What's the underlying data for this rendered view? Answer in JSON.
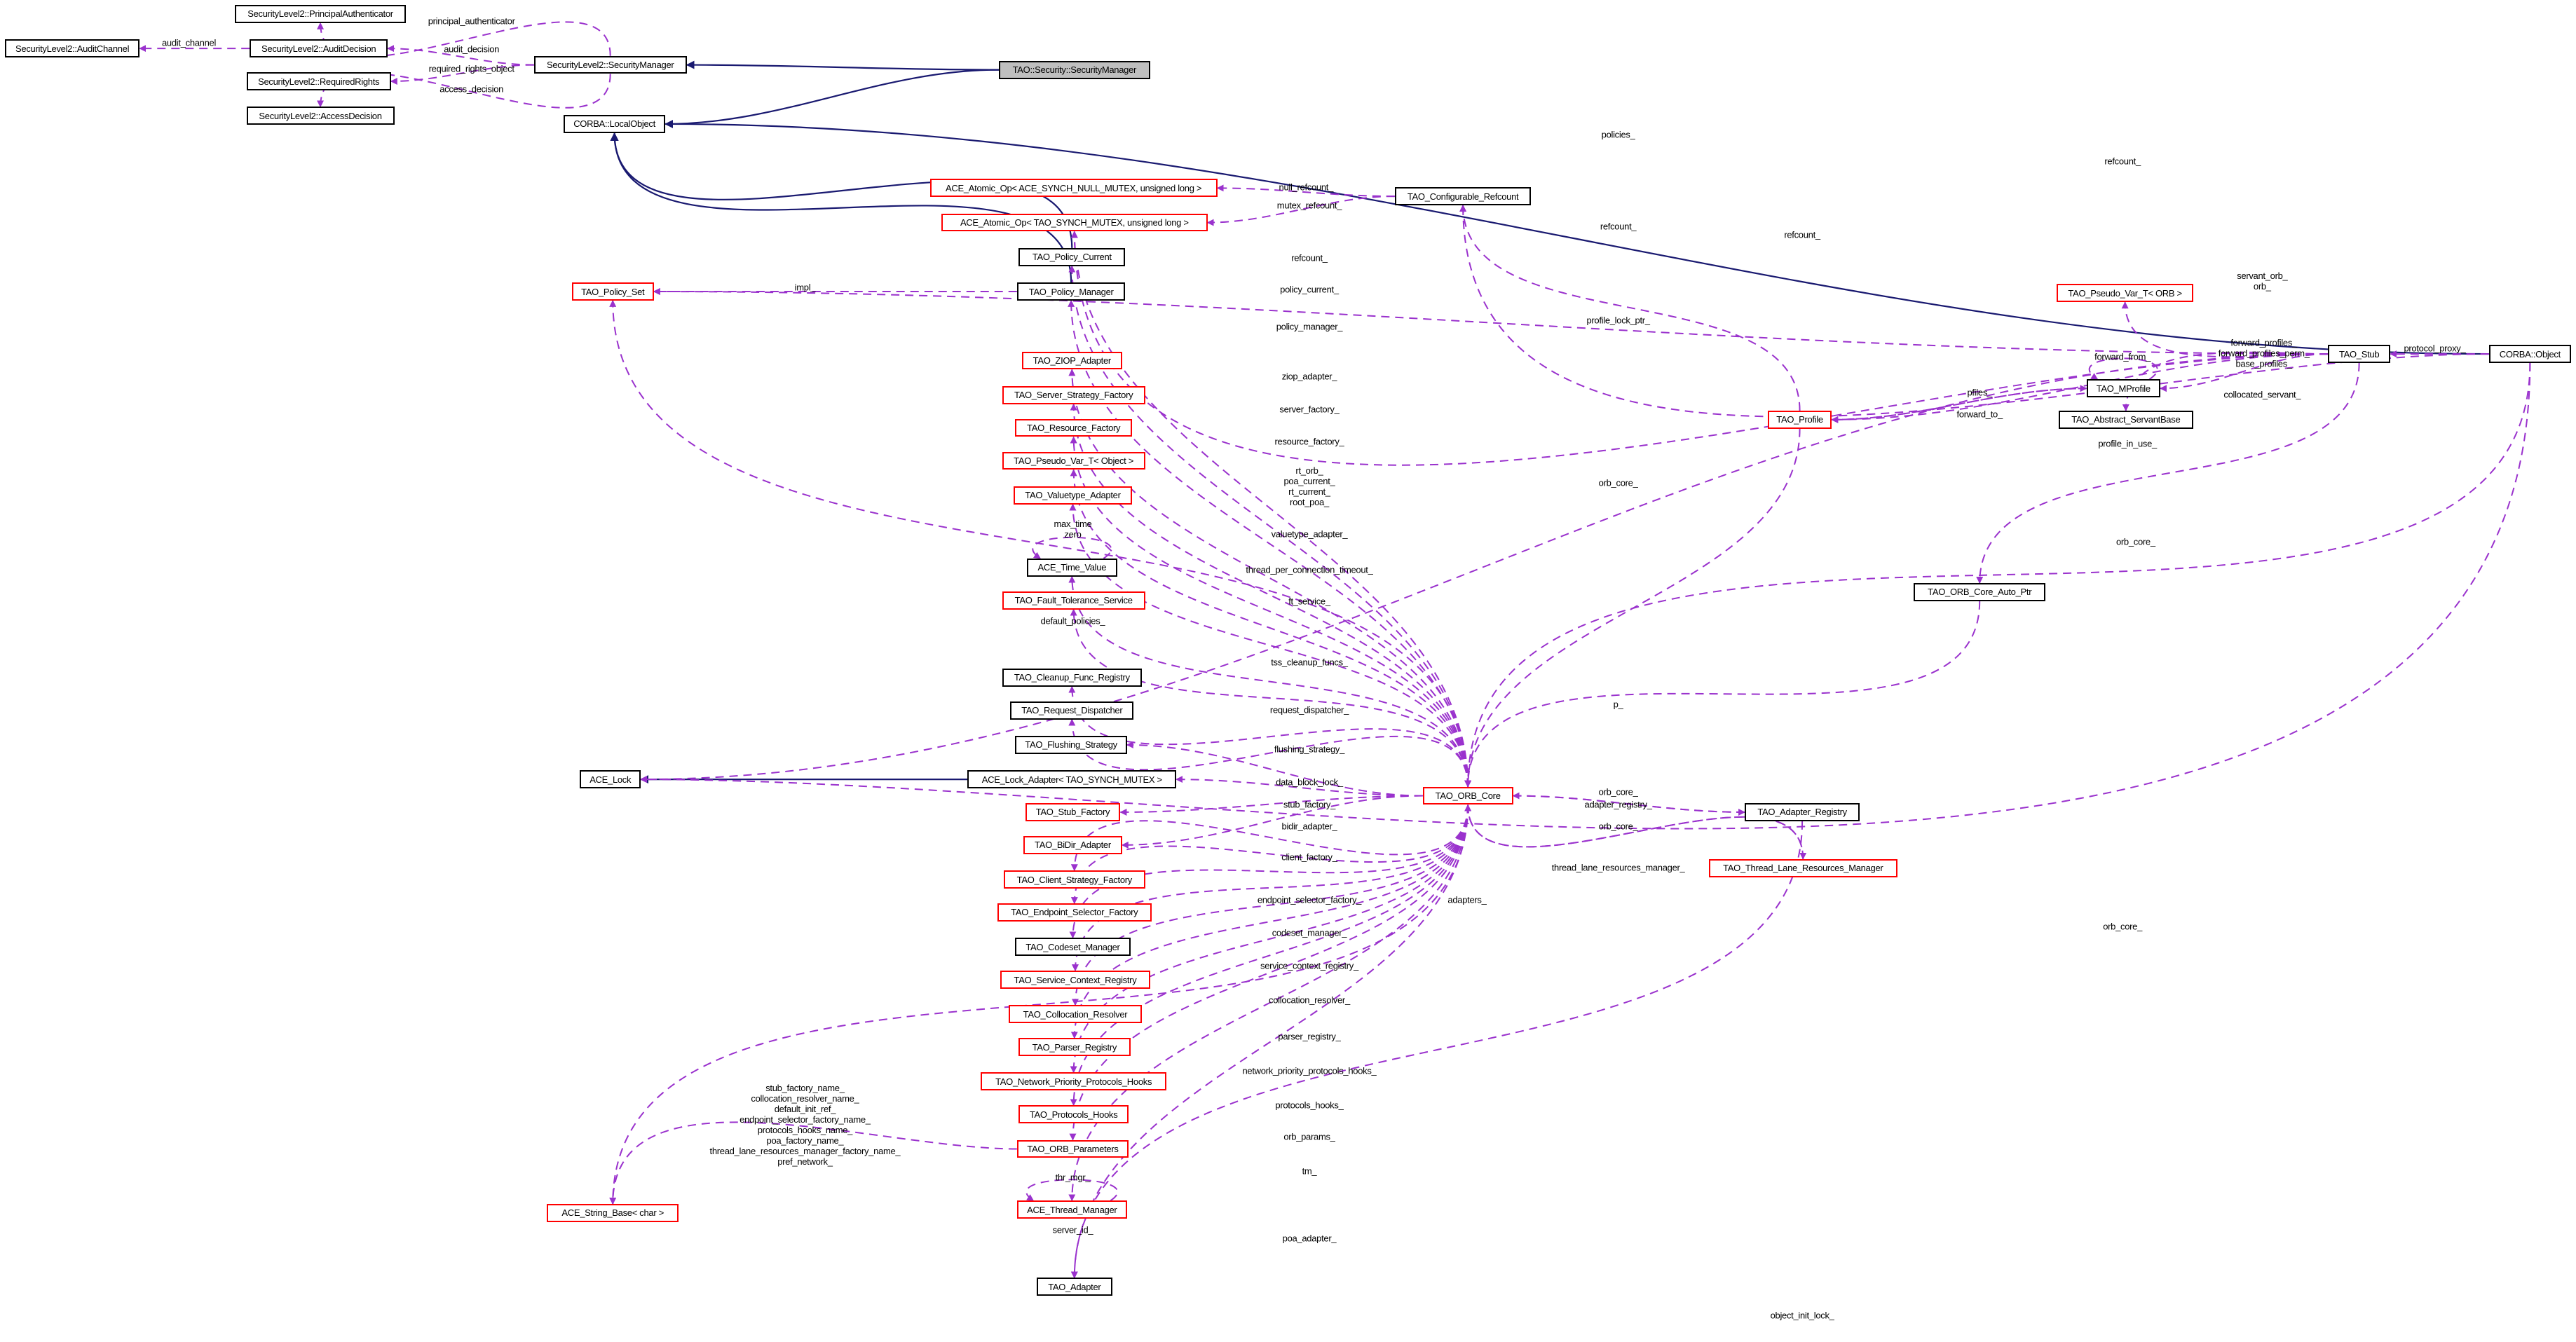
{
  "colors": {
    "usage_edge": "#9a32cd",
    "inheritance_edge": "#191970",
    "node_border_documented": "#000000",
    "node_border_undocumented": "#ff0000",
    "focus_fill": "#bfbfbf"
  },
  "nodes": [
    {
      "id": "pa",
      "label": "SecurityLevel2::PrincipalAuthenticator",
      "style": "black"
    },
    {
      "id": "ac",
      "label": "SecurityLevel2::AuditChannel",
      "style": "black"
    },
    {
      "id": "ad",
      "label": "SecurityLevel2::AuditDecision",
      "style": "black"
    },
    {
      "id": "rr",
      "label": "SecurityLevel2::RequiredRights",
      "style": "black"
    },
    {
      "id": "acd",
      "label": "SecurityLevel2::AccessDecision",
      "style": "black"
    },
    {
      "id": "sl2",
      "label": "SecurityLevel2::SecurityManager",
      "style": "black"
    },
    {
      "id": "tsm",
      "label": "TAO::Security::SecurityManager",
      "style": "highlight"
    },
    {
      "id": "lo",
      "label": "CORBA::LocalObject",
      "style": "black"
    },
    {
      "id": "aon",
      "label": "ACE_Atomic_Op< ACE_SYNCH_NULL_MUTEX, unsigned long >",
      "style": "red"
    },
    {
      "id": "aom",
      "label": "ACE_Atomic_Op< TAO_SYNCH_MUTEX, unsigned long >",
      "style": "red"
    },
    {
      "id": "cr",
      "label": "TAO_Configurable_Refcount",
      "style": "black"
    },
    {
      "id": "pc",
      "label": "TAO_Policy_Current",
      "style": "black"
    },
    {
      "id": "pm",
      "label": "TAO_Policy_Manager",
      "style": "black"
    },
    {
      "id": "ps",
      "label": "TAO_Policy_Set",
      "style": "red"
    },
    {
      "id": "ziop",
      "label": "TAO_ZIOP_Adapter",
      "style": "red"
    },
    {
      "id": "ssf",
      "label": "TAO_Server_Strategy_Factory",
      "style": "red"
    },
    {
      "id": "rf",
      "label": "TAO_Resource_Factory",
      "style": "red"
    },
    {
      "id": "pvo",
      "label": "TAO_Pseudo_Var_T< Object >",
      "style": "red"
    },
    {
      "id": "va",
      "label": "TAO_Valuetype_Adapter",
      "style": "red"
    },
    {
      "id": "tv",
      "label": "ACE_Time_Value",
      "style": "black"
    },
    {
      "id": "ft",
      "label": "TAO_Fault_Tolerance_Service",
      "style": "red"
    },
    {
      "id": "cfr",
      "label": "TAO_Cleanup_Func_Registry",
      "style": "black"
    },
    {
      "id": "rd",
      "label": "TAO_Request_Dispatcher",
      "style": "black"
    },
    {
      "id": "fs",
      "label": "TAO_Flushing_Strategy",
      "style": "black"
    },
    {
      "id": "la",
      "label": "ACE_Lock_Adapter< TAO_SYNCH_MUTEX >",
      "style": "black"
    },
    {
      "id": "lock",
      "label": "ACE_Lock",
      "style": "black"
    },
    {
      "id": "core",
      "label": "TAO_ORB_Core",
      "style": "red"
    },
    {
      "id": "sf",
      "label": "TAO_Stub_Factory",
      "style": "red"
    },
    {
      "id": "bd",
      "label": "TAO_BiDir_Adapter",
      "style": "red"
    },
    {
      "id": "csf",
      "label": "TAO_Client_Strategy_Factory",
      "style": "red"
    },
    {
      "id": "esf",
      "label": "TAO_Endpoint_Selector_Factory",
      "style": "red"
    },
    {
      "id": "cm",
      "label": "TAO_Codeset_Manager",
      "style": "black"
    },
    {
      "id": "scr",
      "label": "TAO_Service_Context_Registry",
      "style": "red"
    },
    {
      "id": "col",
      "label": "TAO_Collocation_Resolver",
      "style": "red"
    },
    {
      "id": "pr",
      "label": "TAO_Parser_Registry",
      "style": "red"
    },
    {
      "id": "npph",
      "label": "TAO_Network_Priority_Protocols_Hooks",
      "style": "red"
    },
    {
      "id": "ph",
      "label": "TAO_Protocols_Hooks",
      "style": "red"
    },
    {
      "id": "op",
      "label": "TAO_ORB_Parameters",
      "style": "red"
    },
    {
      "id": "tm",
      "label": "ACE_Thread_Manager",
      "style": "red"
    },
    {
      "id": "sb",
      "label": "ACE_String_Base< char >",
      "style": "red"
    },
    {
      "id": "ada",
      "label": "TAO_Adapter",
      "style": "black"
    },
    {
      "id": "prof",
      "label": "TAO_Profile",
      "style": "red"
    },
    {
      "id": "mp",
      "label": "TAO_MProfile",
      "style": "black"
    },
    {
      "id": "asb",
      "label": "TAO_Abstract_ServantBase",
      "style": "black"
    },
    {
      "id": "pvorb",
      "label": "TAO_Pseudo_Var_T< ORB >",
      "style": "red"
    },
    {
      "id": "stub",
      "label": "TAO_Stub",
      "style": "black"
    },
    {
      "id": "obj",
      "label": "CORBA::Object",
      "style": "black"
    },
    {
      "id": "cap",
      "label": "TAO_ORB_Core_Auto_Ptr",
      "style": "black"
    },
    {
      "id": "ar",
      "label": "TAO_Adapter_Registry",
      "style": "black"
    },
    {
      "id": "tlrm",
      "label": "TAO_Thread_Lane_Resources_Manager",
      "style": "red"
    }
  ],
  "edges": [
    {
      "from": "sl2",
      "to": "pa",
      "kind": "usage",
      "label": "principal_authenticator"
    },
    {
      "from": "ad",
      "to": "ac",
      "kind": "usage",
      "label": "audit_channel"
    },
    {
      "from": "sl2",
      "to": "ad",
      "kind": "usage",
      "label": "audit_decision"
    },
    {
      "from": "sl2",
      "to": "rr",
      "kind": "usage",
      "label": "required_rights_object"
    },
    {
      "from": "sl2",
      "to": "acd",
      "kind": "usage",
      "label": "access_decision"
    },
    {
      "from": "tsm",
      "to": "sl2",
      "kind": "inheritance",
      "label": ""
    },
    {
      "from": "tsm",
      "to": "lo",
      "kind": "inheritance",
      "label": ""
    },
    {
      "from": "obj",
      "to": "lo",
      "kind": "inheritance",
      "label": ""
    },
    {
      "from": "pc",
      "to": "lo",
      "kind": "inheritance",
      "label": ""
    },
    {
      "from": "pm",
      "to": "lo",
      "kind": "inheritance",
      "label": ""
    },
    {
      "from": "la",
      "to": "lock",
      "kind": "inheritance",
      "label": ""
    },
    {
      "from": "pm",
      "to": "ps",
      "kind": "usage",
      "label": "impl_"
    },
    {
      "from": "stub",
      "to": "ps",
      "kind": "usage",
      "label": "policies_"
    },
    {
      "from": "cr",
      "to": "aon",
      "kind": "usage",
      "label": "null_refcount_"
    },
    {
      "from": "cr",
      "to": "aom",
      "kind": "usage",
      "label": "mutex_refcount_"
    },
    {
      "from": "obj",
      "to": "cr",
      "kind": "usage",
      "label": "refcount_"
    },
    {
      "from": "stub",
      "to": "aom",
      "kind": "usage",
      "label": "refcount_"
    },
    {
      "from": "prof",
      "to": "cr",
      "kind": "usage",
      "label": "refcount_"
    },
    {
      "from": "core",
      "to": "aom",
      "kind": "usage",
      "label": "refcount_"
    },
    {
      "from": "core",
      "to": "pc",
      "kind": "usage",
      "label": "policy_current_"
    },
    {
      "from": "core",
      "to": "pm",
      "kind": "usage",
      "label": "policy_manager_"
    },
    {
      "from": "stub",
      "to": "lock",
      "kind": "usage",
      "label": "profile_lock_ptr_"
    },
    {
      "from": "core",
      "to": "ziop",
      "kind": "usage",
      "label": "ziop_adapter_"
    },
    {
      "from": "core",
      "to": "ssf",
      "kind": "usage",
      "label": "server_factory_"
    },
    {
      "from": "core",
      "to": "rf",
      "kind": "usage",
      "label": "resource_factory_"
    },
    {
      "from": "core",
      "to": "pvo",
      "kind": "usage",
      "label": "rt_orb_\npoa_current_\nrt_current_\nroot_poa_"
    },
    {
      "from": "core",
      "to": "va",
      "kind": "usage",
      "label": "valuetype_adapter_"
    },
    {
      "from": "tv",
      "to": "tv",
      "kind": "usage",
      "label": "max_time\nzero"
    },
    {
      "from": "core",
      "to": "tv",
      "kind": "usage",
      "label": "thread_per_connection_timeout_"
    },
    {
      "from": "core",
      "to": "ft",
      "kind": "usage",
      "label": "ft_service_"
    },
    {
      "from": "core",
      "to": "ps",
      "kind": "usage",
      "label": "default_policies_"
    },
    {
      "from": "core",
      "to": "cfr",
      "kind": "usage",
      "label": "tss_cleanup_funcs_"
    },
    {
      "from": "core",
      "to": "rd",
      "kind": "usage",
      "label": "request_dispatcher_"
    },
    {
      "from": "core",
      "to": "fs",
      "kind": "usage",
      "label": "flushing_strategy_"
    },
    {
      "from": "core",
      "to": "la",
      "kind": "usage",
      "label": "data_block_lock_"
    },
    {
      "from": "core",
      "to": "sf",
      "kind": "usage",
      "label": "stub_factory_"
    },
    {
      "from": "core",
      "to": "bd",
      "kind": "usage",
      "label": "bidir_adapter_"
    },
    {
      "from": "core",
      "to": "csf",
      "kind": "usage",
      "label": "client_factory_"
    },
    {
      "from": "core",
      "to": "esf",
      "kind": "usage",
      "label": "endpoint_selector_factory_"
    },
    {
      "from": "core",
      "to": "cm",
      "kind": "usage",
      "label": "codeset_manager_"
    },
    {
      "from": "core",
      "to": "scr",
      "kind": "usage",
      "label": "service_context_registry_"
    },
    {
      "from": "core",
      "to": "col",
      "kind": "usage",
      "label": "collocation_resolver_"
    },
    {
      "from": "core",
      "to": "pr",
      "kind": "usage",
      "label": "parser_registry_"
    },
    {
      "from": "core",
      "to": "npph",
      "kind": "usage",
      "label": "network_priority_protocols_hooks_"
    },
    {
      "from": "core",
      "to": "ph",
      "kind": "usage",
      "label": "protocols_hooks_"
    },
    {
      "from": "core",
      "to": "op",
      "kind": "usage",
      "label": "orb_params_"
    },
    {
      "from": "op",
      "to": "sb",
      "kind": "usage",
      "label": "stub_factory_name_\ncollocation_resolver_name_\ndefault_init_ref_\nendpoint_selector_factory_name_\nprotocols_hooks_name_\npoa_factory_name_\nthread_lane_resources_manager_factory_name_\npref_network_"
    },
    {
      "from": "tm",
      "to": "tm",
      "kind": "usage",
      "label": "thr_mgr_"
    },
    {
      "from": "core",
      "to": "tm",
      "kind": "usage",
      "label": "tm_"
    },
    {
      "from": "core",
      "to": "sb",
      "kind": "usage",
      "label": "server_id_"
    },
    {
      "from": "core",
      "to": "ada",
      "kind": "usage",
      "label": "poa_adapter_"
    },
    {
      "from": "ar",
      "to": "ada",
      "kind": "usage",
      "label": "adapters_"
    },
    {
      "from": "obj",
      "to": "lock",
      "kind": "usage",
      "label": "object_init_lock_"
    },
    {
      "from": "prof",
      "to": "core",
      "kind": "usage",
      "label": "orb_core_"
    },
    {
      "from": "stub",
      "to": "cap",
      "kind": "usage",
      "label": "orb_core_"
    },
    {
      "from": "cap",
      "to": "core",
      "kind": "usage",
      "label": "p_"
    },
    {
      "from": "ar",
      "to": "core",
      "kind": "usage",
      "label": "orb_core_"
    },
    {
      "from": "core",
      "to": "ar",
      "kind": "usage",
      "label": "adapter_registry_"
    },
    {
      "from": "tlrm",
      "to": "core",
      "kind": "usage",
      "label": "orb_core_"
    },
    {
      "from": "core",
      "to": "tlrm",
      "kind": "usage",
      "label": "thread_lane_resources_manager_"
    },
    {
      "from": "obj",
      "to": "core",
      "kind": "usage",
      "label": "orb_core_"
    },
    {
      "from": "stub",
      "to": "pvorb",
      "kind": "usage",
      "label": "servant_orb_\norb_"
    },
    {
      "from": "stub",
      "to": "mp",
      "kind": "usage",
      "label": "forward_profiles_\nforward_profiles_perm_\nbase_profiles_"
    },
    {
      "from": "mp",
      "to": "mp",
      "kind": "usage",
      "label": "forward_from_"
    },
    {
      "from": "mp",
      "to": "prof",
      "kind": "usage",
      "label": "pfiles_"
    },
    {
      "from": "prof",
      "to": "mp",
      "kind": "usage",
      "label": "forward_to_"
    },
    {
      "from": "stub",
      "to": "asb",
      "kind": "usage",
      "label": "collocated_servant_"
    },
    {
      "from": "stub",
      "to": "prof",
      "kind": "usage",
      "label": "profile_in_use_"
    },
    {
      "from": "obj",
      "to": "stub",
      "kind": "usage",
      "label": "protocol_proxy_"
    }
  ]
}
